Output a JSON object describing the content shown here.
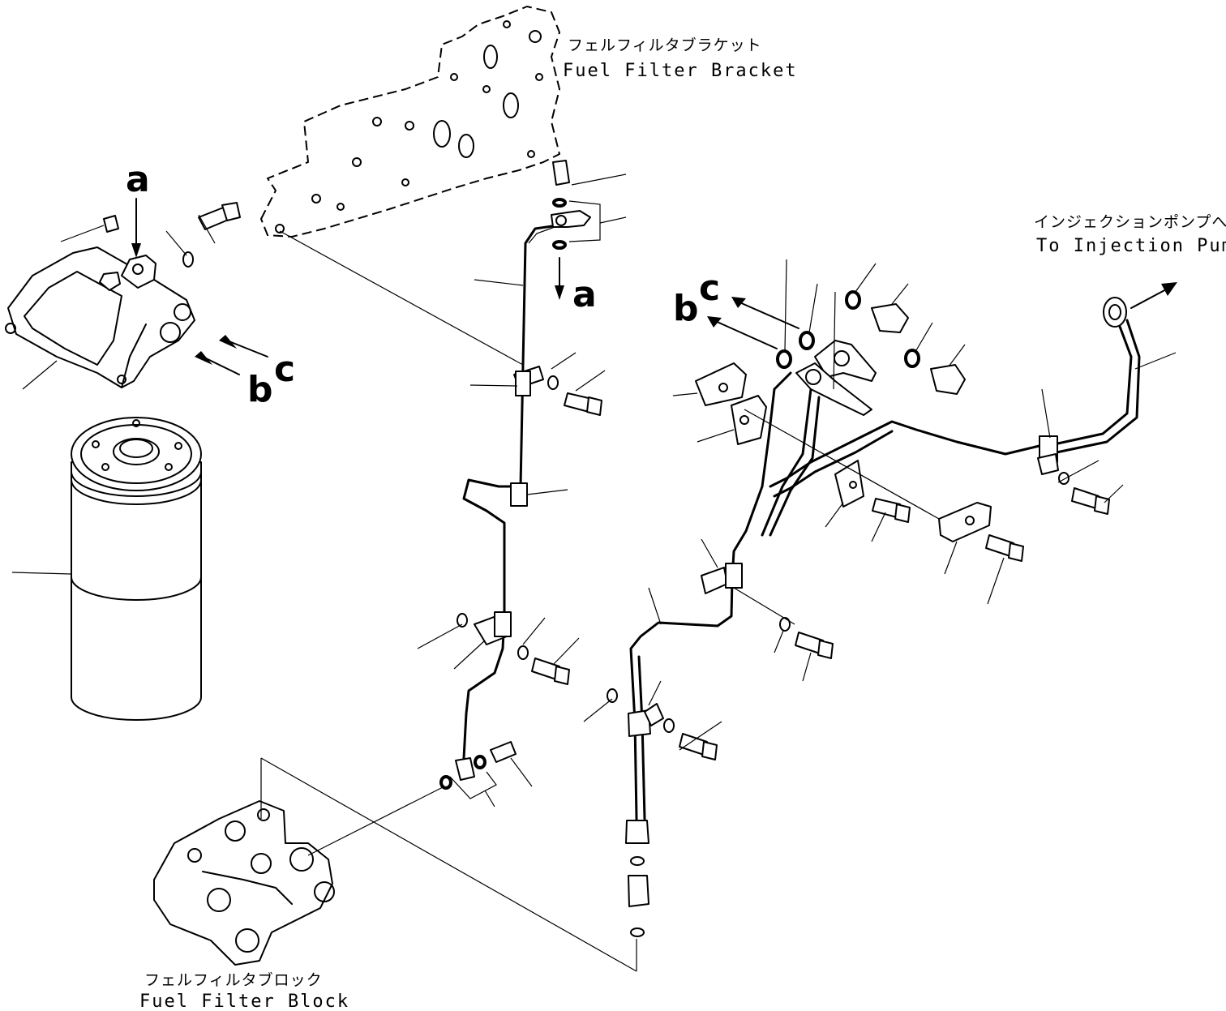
{
  "labels": {
    "bracket_jp": "フェルフィルタブラケット",
    "bracket_en": "Fuel Filter Bracket",
    "block_jp": "フェルフィルタブロック",
    "block_en": "Fuel Filter Block",
    "pump_jp": "インジェクションポンプへ",
    "pump_en": "To Injection Pump"
  },
  "connection_markers": {
    "a": "a",
    "b": "b",
    "c": "c"
  }
}
